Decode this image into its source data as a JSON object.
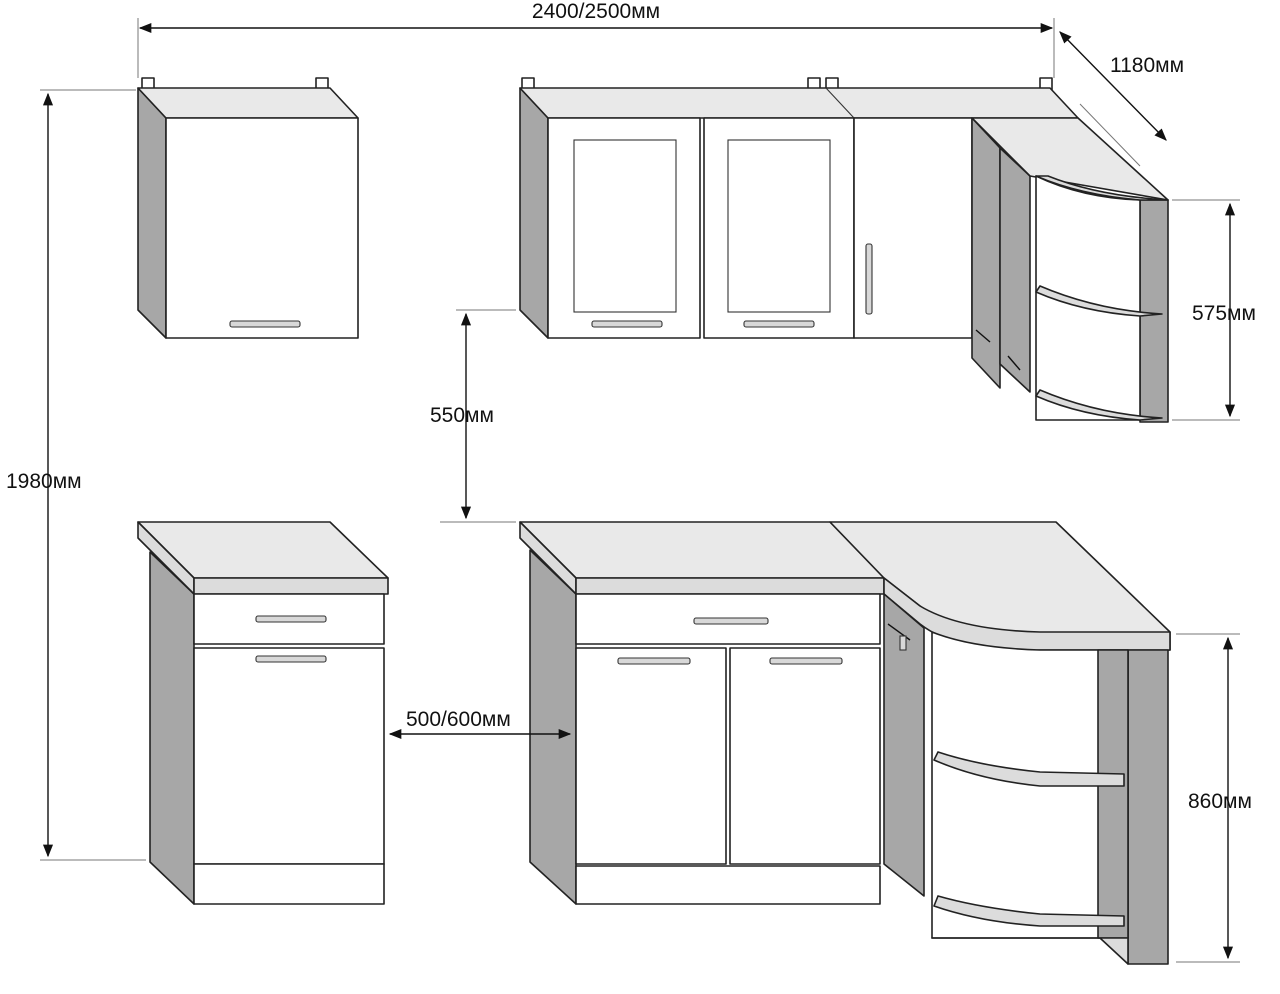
{
  "dimensions": {
    "total_width": "2400/2500мм",
    "corner_depth": "1180мм",
    "total_height": "1980мм",
    "upper_height": "575мм",
    "gap_height": "550мм",
    "module_width": "500/600мм",
    "lower_height": "860мм"
  },
  "colors": {
    "line": "#222222",
    "side_panel": "#a7a7a7",
    "top_surface": "#e9e9e9",
    "front": "#ffffff"
  }
}
